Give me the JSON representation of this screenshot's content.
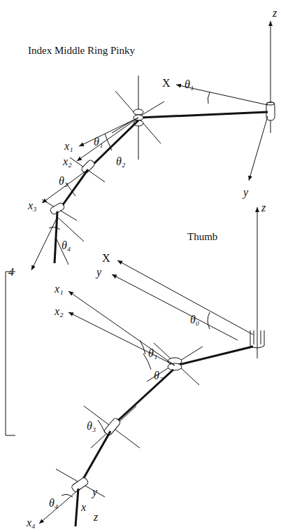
{
  "diagram": {
    "labels": [
      "z",
      "Index Middle Ring Pinky",
      "X",
      "θ₁",
      "x₁",
      "θ₁",
      "x₂",
      "θ₂",
      "θ₃",
      "x₃",
      "θ₄",
      "y",
      "4",
      "z",
      "Thumb",
      "X",
      "θ₀",
      "y",
      "θ₁",
      "x₁",
      "x₂",
      "θ₂",
      "θ₃",
      "θ₄",
      "y",
      "x",
      "z",
      "x₄"
    ]
  }
}
